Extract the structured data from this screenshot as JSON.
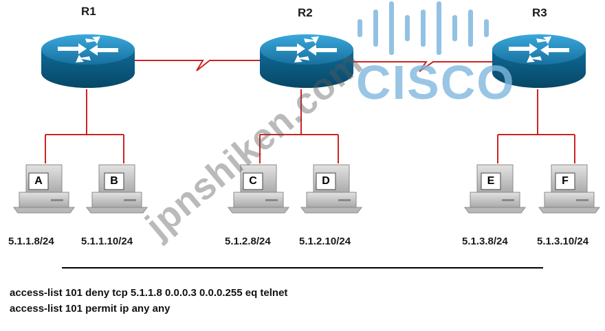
{
  "routers": [
    {
      "id": "R1",
      "label": "R1"
    },
    {
      "id": "R2",
      "label": "R2"
    },
    {
      "id": "R3",
      "label": "R3"
    }
  ],
  "hosts": [
    {
      "letter": "A",
      "ip": "5.1.1.8/24"
    },
    {
      "letter": "B",
      "ip": "5.1.1.10/24"
    },
    {
      "letter": "C",
      "ip": "5.1.2.8/24"
    },
    {
      "letter": "D",
      "ip": "5.1.2.10/24"
    },
    {
      "letter": "E",
      "ip": "5.1.3.8/24"
    },
    {
      "letter": "F",
      "ip": "5.1.3.10/24"
    }
  ],
  "acl_lines": [
    "access-list 101 deny tcp 5.1.1.8  0.0.0.3  0.0.0.255 eq telnet",
    "access-list 101 permit ip any any"
  ],
  "watermark": {
    "site": "jpnshiken.com",
    "logo": "CISCO"
  },
  "colors": {
    "link": "#cc2222",
    "router_top": "#1f8fc7",
    "router_side": "#0a5d8a",
    "pc_body": "#c9c9c9",
    "logo": "#7fb8df"
  }
}
